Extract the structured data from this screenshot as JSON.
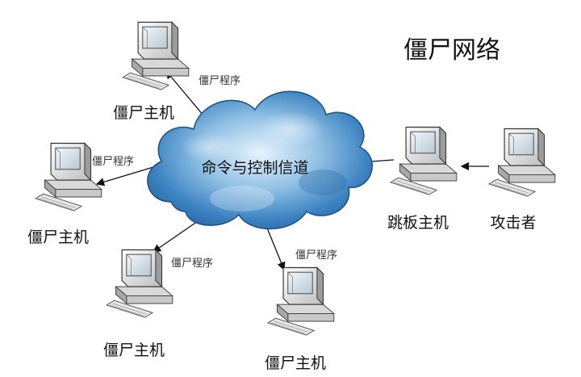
{
  "diagram": {
    "title": "僵尸网络",
    "center_label": "命令与控制信道",
    "nodes": {
      "zombie_top": {
        "label": "僵尸主机",
        "program_label": "僵尸程序"
      },
      "zombie_left": {
        "label": "僵尸主机",
        "program_label": "僵尸程序"
      },
      "zombie_bottom_left": {
        "label": "僵尸主机",
        "program_label": "僵尸程序"
      },
      "zombie_bottom_right": {
        "label": "僵尸主机",
        "program_label": "僵尸程序"
      },
      "jump_host": {
        "label": "跳板主机"
      },
      "attacker": {
        "label": "攻击者"
      }
    }
  }
}
